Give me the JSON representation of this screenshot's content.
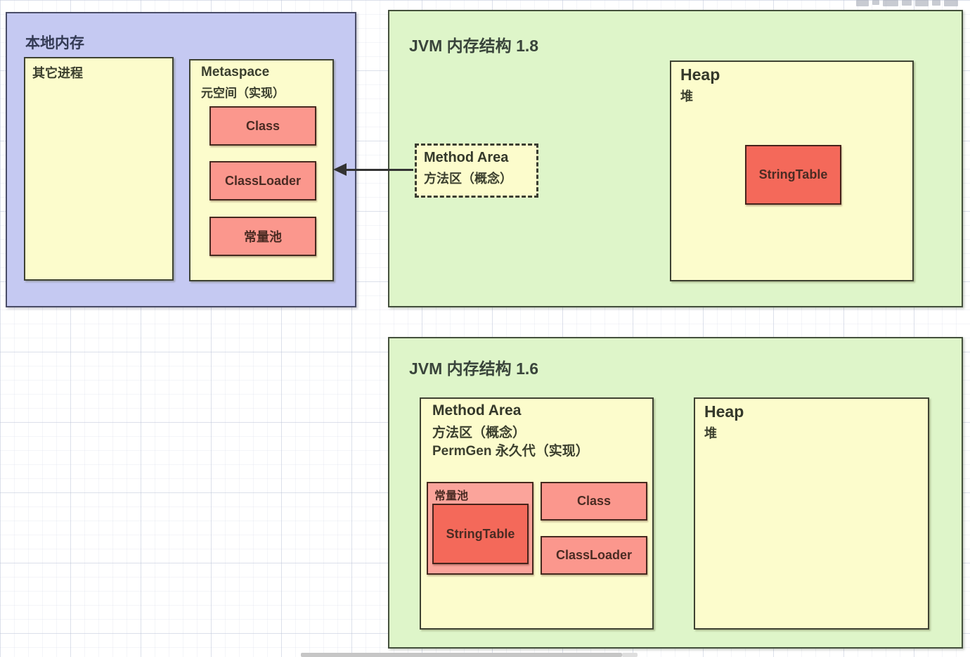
{
  "colors": {
    "local_memory_fill": "#C5C9F2",
    "jvm_section_fill": "#DEF5C9",
    "memory_block_fill": "#FCFCCC",
    "item_fill": "#FB978D",
    "const_pool_fill": "#FBA49B",
    "string_table_fill": "#F4695A",
    "border_dark": "#3E4232",
    "arrow_color": "#333333"
  },
  "local_memory": {
    "title": "本地内存",
    "other_process_label": "其它进程",
    "metaspace": {
      "title": "Metaspace",
      "subtitle": "元空间（实现）",
      "items": [
        "Class",
        "ClassLoader",
        "常量池"
      ]
    }
  },
  "jvm18": {
    "title": "JVM 内存结构 1.8",
    "method_area": {
      "line1": "Method Area",
      "line2": "方法区（概念）"
    },
    "heap": {
      "title": "Heap",
      "subtitle": "堆",
      "string_table": "StringTable"
    }
  },
  "jvm16": {
    "title": "JVM 内存结构 1.6",
    "method_area": {
      "line1": "Method Area",
      "line2": "方法区（概念）",
      "line3": "PermGen 永久代（实现）",
      "const_pool_label": "常量池",
      "string_table": "StringTable",
      "class_label": "Class",
      "classloader_label": "ClassLoader"
    },
    "heap": {
      "title": "Heap",
      "subtitle": "堆"
    }
  }
}
